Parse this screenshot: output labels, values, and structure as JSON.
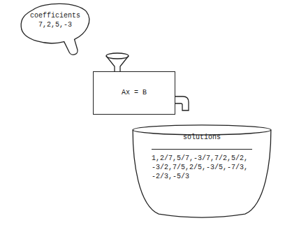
{
  "diagram": {
    "nodes": [
      {
        "text": [
          "coefficients",
          "7,2,5,-3"
        ]
      },
      {
        "text": [
          "Ax = B"
        ]
      },
      {
        "text": [
          "solutions",
          "1,2/7,5/7,-3/7,7/2,5/2, -3/2,7/5,2/5,-3/5,-7/3, -2/3,-5/3"
        ]
      }
    ]
  }
}
